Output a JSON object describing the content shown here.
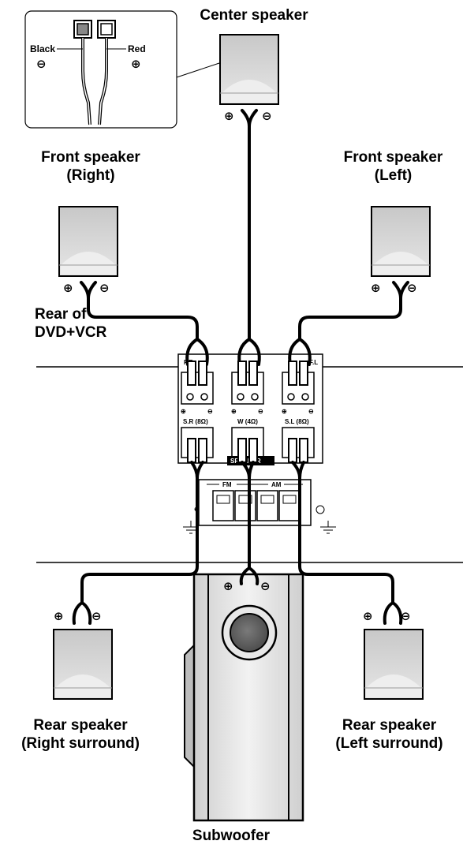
{
  "labels": {
    "center": "Center speaker",
    "front_right": [
      "Front speaker",
      "(Right)"
    ],
    "front_left": [
      "Front speaker",
      "(Left)"
    ],
    "rear_of": [
      "Rear of",
      "DVD+VCR"
    ],
    "rear_right": [
      "Rear speaker",
      "(Right surround)"
    ],
    "rear_left": [
      "Rear speaker",
      "(Left surround)"
    ],
    "subwoofer": "Subwoofer"
  },
  "inset": {
    "black": "Black",
    "red": "Red",
    "minus": "⊖",
    "plus": "⊕"
  },
  "panel": {
    "top_labels": [
      "F.R",
      "",
      "F.L"
    ],
    "bottom_labels": [
      "S.R (8Ω)",
      "W (4Ω)",
      "S.L (8Ω)"
    ],
    "speaker_label": "SPEAKER",
    "fm": "FM",
    "am": "AM"
  },
  "polarity": {
    "plus": "⊕",
    "minus": "⊖"
  },
  "colors": {
    "line": "#000000",
    "speaker_fill": "#d4d4d4",
    "speaker_shade": "#ececec",
    "panel_fill": "#ffffff"
  }
}
